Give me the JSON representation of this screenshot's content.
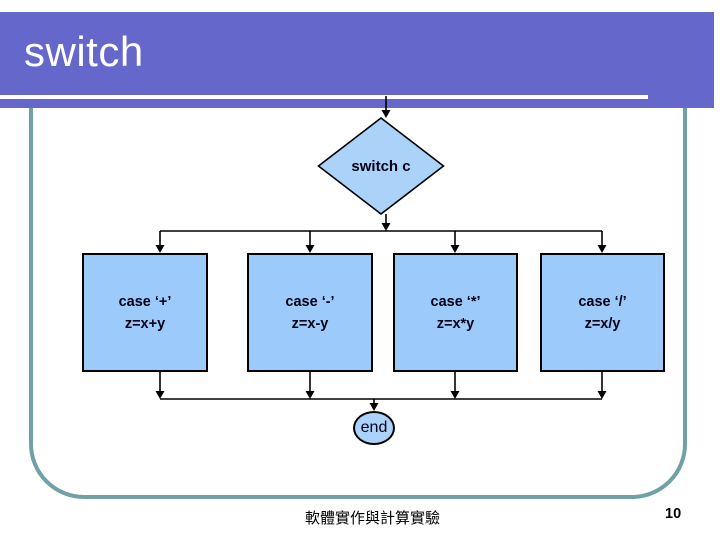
{
  "slide": {
    "title": "switch",
    "footer": "軟體實作與計算實驗",
    "page_number": "10"
  },
  "flowchart": {
    "decision": {
      "label": "switch c"
    },
    "cases": [
      {
        "label": "case ‘+’",
        "action": "z=x+y"
      },
      {
        "label": "case ‘-’",
        "action": "z=x-y"
      },
      {
        "label": "case ‘*’",
        "action": "z=x*y"
      },
      {
        "label": "case ‘/’",
        "action": "z=x/y"
      }
    ],
    "terminal": {
      "label": "end"
    }
  },
  "colors": {
    "header_purple": "#6667cb",
    "frame_border_teal": "#6fa1a6",
    "case_box_fill": "#9ccafa",
    "decision_fill": "#abd2f8",
    "connector_black": "#000000",
    "title_white": "#ffffff"
  }
}
